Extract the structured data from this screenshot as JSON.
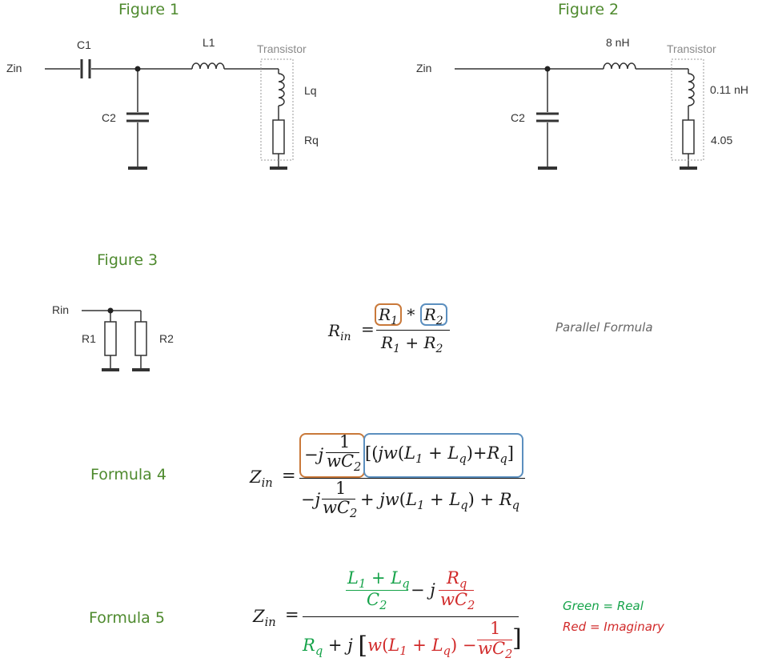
{
  "figures": {
    "fig1": {
      "title": "Figure 1",
      "zin": "Zin",
      "c1": "C1",
      "l1": "L1",
      "c2": "C2",
      "transistor": "Transistor",
      "lq": "Lq",
      "rq": "Rq"
    },
    "fig2": {
      "title": "Figure 2",
      "zin": "Zin",
      "l1": "8 nH",
      "c2": "C2",
      "transistor": "Transistor",
      "lq": "0.11 nH",
      "rq": "4.05"
    },
    "fig3": {
      "title": "Figure 3",
      "rin": "Rin",
      "r1": "R1",
      "r2": "R2",
      "note": "Parallel Formula"
    }
  },
  "formulas": {
    "f4": {
      "title": "Formula 4"
    },
    "f5": {
      "title": "Formula 5",
      "legend_green": "Green = Real",
      "legend_red": "Red = Imaginary"
    }
  },
  "colors": {
    "heading": "#4e8a2e",
    "real": "#16a34a",
    "imaginary": "#d12a2a",
    "box_orange": "#c9793a",
    "box_blue": "#5b8fbf"
  }
}
